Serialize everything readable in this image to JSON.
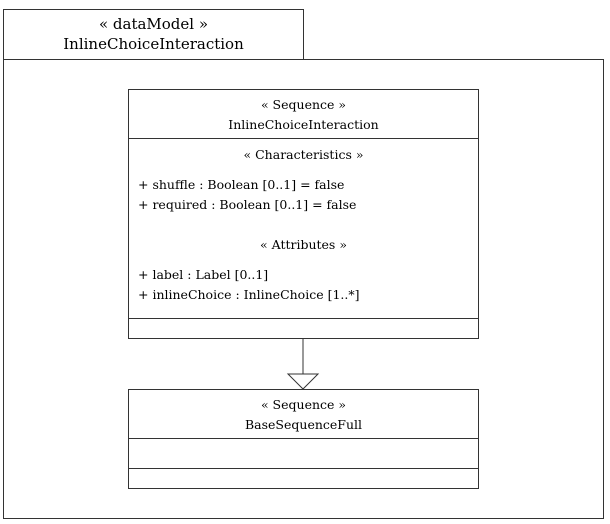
{
  "package": {
    "stereotype": "« dataModel »",
    "name": "InlineChoiceInteraction"
  },
  "main_class": {
    "stereotype": "« Sequence »",
    "name": "InlineChoiceInteraction",
    "characteristics_header": "« Characteristics »",
    "characteristics": [
      "+ shuffle : Boolean [0..1] = false",
      "+ required : Boolean [0..1] = false"
    ],
    "attributes_header": "« Attributes »",
    "attributes": [
      "+ label : Label [0..1]",
      "+ inlineChoice : InlineChoice [1..*]"
    ]
  },
  "base_class": {
    "stereotype": "« Sequence »",
    "name": "BaseSequenceFull"
  }
}
